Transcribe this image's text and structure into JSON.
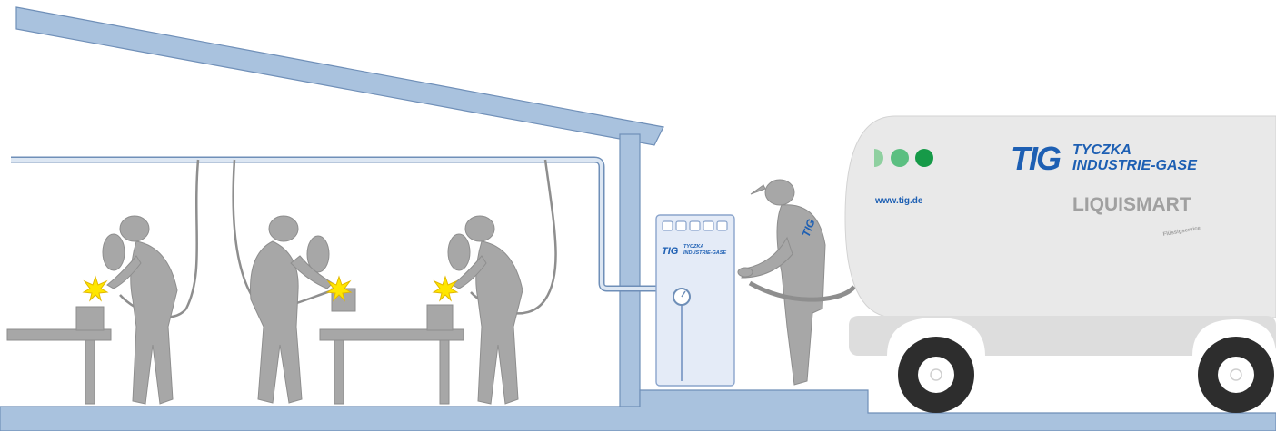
{
  "colors": {
    "structure": "#a9c2de",
    "structure_edge": "#6f8fb8",
    "silhouette": "#a7a7a7",
    "silhouette_dark": "#8e8e8e",
    "tank_body": "#e9e9e9",
    "tank_shadow": "#d9d9d9",
    "station_fill": "#e4ebf7",
    "station_edge": "#8aa4cc",
    "spark": "#ffe600",
    "spark_edge": "#e2b800",
    "brand_blue": "#1d5fb3",
    "brand_green": "#2fa45b",
    "tire": "#2d2d2d",
    "text_gray": "#a0a0a0"
  },
  "truck": {
    "logo_mark": "TIG",
    "company_line1": "TYCZKA",
    "company_line2": "INDUSTRIE-GASE",
    "website": "www.tig.de",
    "product": "LIQUISMART",
    "product_sub": "Flüssigservice"
  },
  "station": {
    "logo_mark": "TIG",
    "company_line1": "TYCZKA",
    "company_line2": "INDUSTRIE-GASE"
  },
  "worker": {
    "shirt_logo": "TIG"
  },
  "icons": [
    "spark-icon",
    "pressure-gauge-icon",
    "status-dot-icon"
  ]
}
